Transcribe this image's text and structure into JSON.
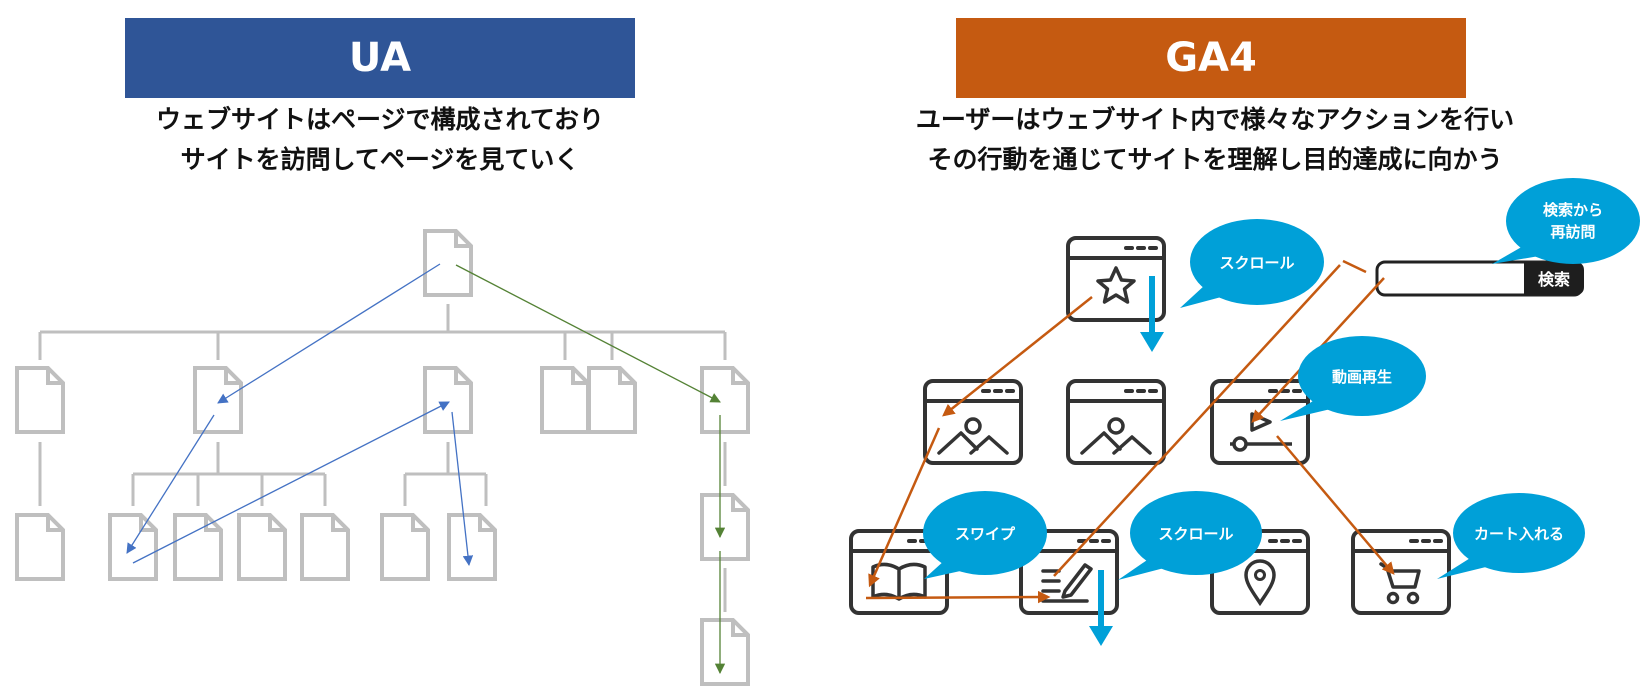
{
  "ua": {
    "title": "UA",
    "description_line1": "ウェブサイトはページで構成されており",
    "description_line2": "サイトを訪問してページを見ていく",
    "color": "#2F5597"
  },
  "ga4": {
    "title": "GA4",
    "description_line1": "ユーザーはウェブサイト内で様々なアクションを行い",
    "description_line2": "その行動を通じてサイトを理解し目的達成に向かう",
    "color": "#C55A11"
  },
  "ga4_diagram": {
    "bubbles": {
      "scroll_top": "スクロール",
      "revisit_line1": "検索から",
      "revisit_line2": "再訪問",
      "video_play": "動画再生",
      "swipe": "スワイプ",
      "scroll_bottom": "スクロール",
      "add_to_cart": "カート入れる"
    },
    "search_button_label": "検索",
    "pages": [
      "star-page",
      "image-page",
      "image-page",
      "video-page",
      "book-page",
      "article-page",
      "map-pin-page",
      "cart-page"
    ],
    "bubble_color": "#00A0D8",
    "arrow_color": "#C55A11"
  },
  "ua_diagram": {
    "page_icon": "document-icon",
    "path_colors": {
      "visit_path_a": "#4472C4",
      "visit_path_b": "#548235"
    }
  }
}
